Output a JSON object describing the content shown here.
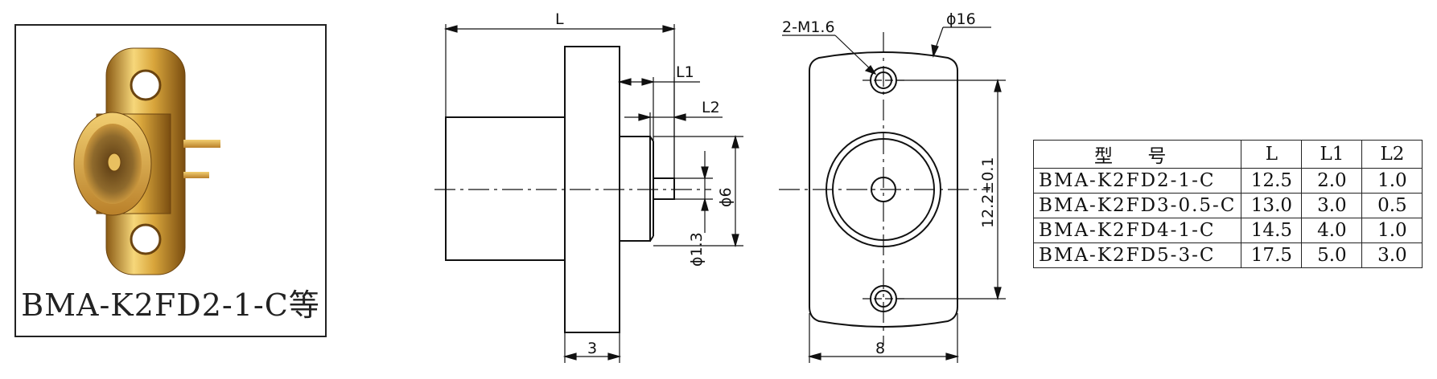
{
  "photo": {
    "caption": "BMA-K2FD2-1-C等"
  },
  "side_view": {
    "dims": {
      "L": "L",
      "L1": "L1",
      "L2": "L2",
      "d6": "ϕ6",
      "d13": "ϕ1.3",
      "w3": "3"
    }
  },
  "front_view": {
    "dims": {
      "holes": "2-M1.6",
      "d16": "ϕ16",
      "h": "12.2±0.1",
      "w8": "8"
    }
  },
  "table": {
    "headers": [
      "型 号",
      "L",
      "L1",
      "L2"
    ],
    "rows": [
      [
        "BMA-K2FD2-1-C",
        "12.5",
        "2.0",
        "1.0"
      ],
      [
        "BMA-K2FD3-0.5-C",
        "13.0",
        "3.0",
        "0.5"
      ],
      [
        "BMA-K2FD4-1-C",
        "14.5",
        "4.0",
        "1.0"
      ],
      [
        "BMA-K2FD5-3-C",
        "17.5",
        "5.0",
        "3.0"
      ]
    ]
  }
}
